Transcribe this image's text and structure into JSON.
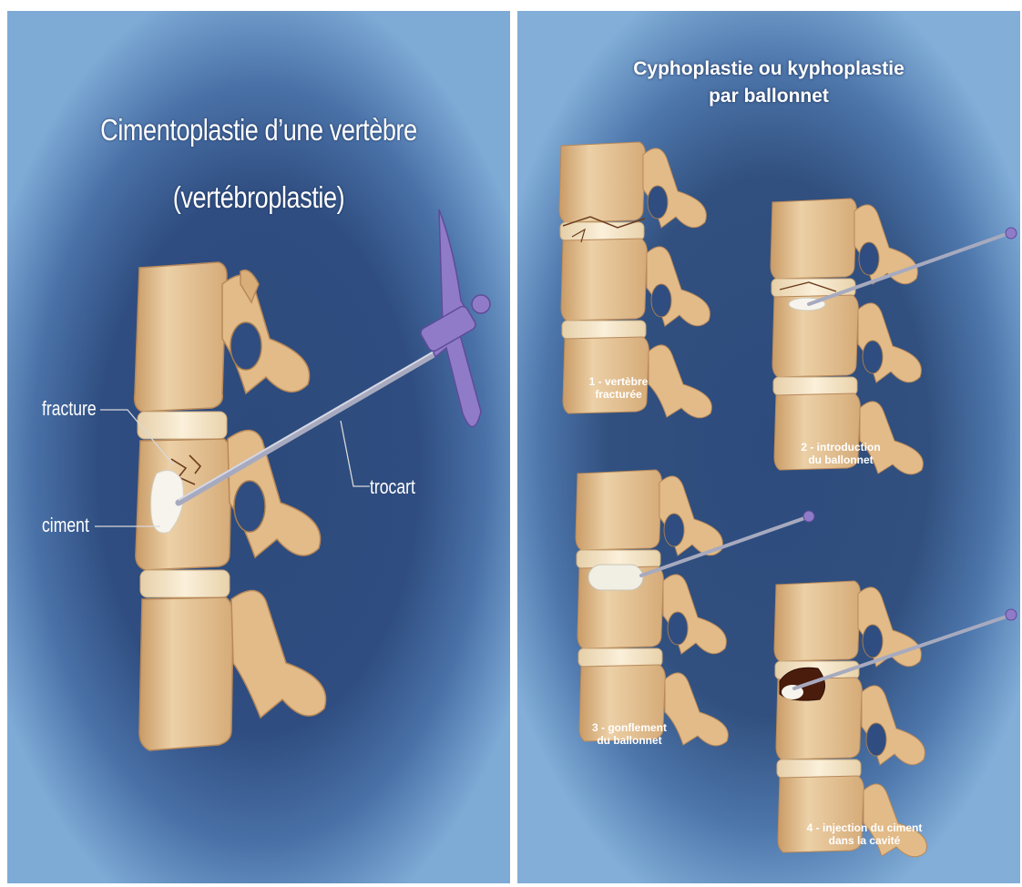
{
  "left": {
    "title_line1": "Cimentoplastie d’une vertèbre",
    "title_line2": "(vertébroplastie)",
    "labels": {
      "fracture": "fracture",
      "ciment": "ciment",
      "trocart": "trocart"
    }
  },
  "right": {
    "title_line1": "Cyphoplastie ou kyphoplastie",
    "title_line2": "par ballonnet",
    "steps": [
      {
        "line1": "1 - vertèbre",
        "line2": "fracturée"
      },
      {
        "line1": "2 - introduction",
        "line2": "du ballonnet"
      },
      {
        "line1": "3 - gonflement",
        "line2": "du ballonnet"
      },
      {
        "line1": "4 - injection du ciment",
        "line2": "dans la cavité"
      }
    ]
  },
  "colors": {
    "bone": "#e9c79a",
    "bone_shadow": "#c99b66",
    "disc": "#f5e3c2",
    "trocar": "#8f7bc7",
    "needle": "#a7aabf",
    "cement": "#f6f4ec",
    "cavity": "#4a1c0c"
  }
}
